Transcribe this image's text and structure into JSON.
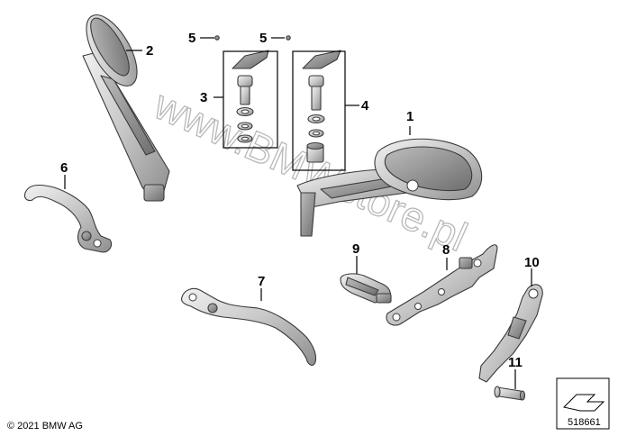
{
  "callouts": [
    {
      "id": "c1",
      "label": "1"
    },
    {
      "id": "c2",
      "label": "2"
    },
    {
      "id": "c3",
      "label": "3"
    },
    {
      "id": "c4",
      "label": "4"
    },
    {
      "id": "c5a",
      "label": "5"
    },
    {
      "id": "c5b",
      "label": "5"
    },
    {
      "id": "c6",
      "label": "6"
    },
    {
      "id": "c7",
      "label": "7"
    },
    {
      "id": "c8",
      "label": "8"
    },
    {
      "id": "c9",
      "label": "9"
    },
    {
      "id": "c10",
      "label": "10"
    },
    {
      "id": "c11",
      "label": "11"
    }
  ],
  "watermark": "www.BMWstore.pl",
  "copyright": "© 2021 BMW AG",
  "diagram_number": "518661"
}
